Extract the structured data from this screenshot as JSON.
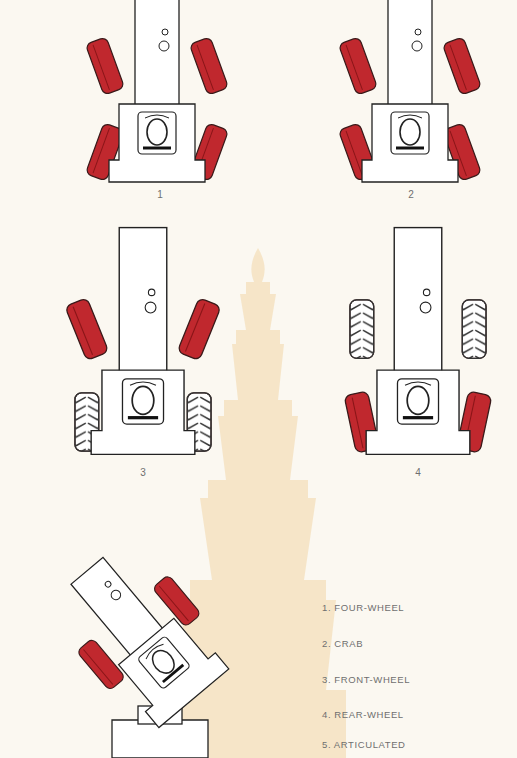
{
  "diagram": {
    "labels": [
      "1",
      "2",
      "3",
      "4",
      "1. FOUR-WHEEL",
      "2. CRAB",
      "3. FRONT-WHEEL",
      "4. REAR-WHEEL",
      "5. ARTICULATED"
    ]
  }
}
